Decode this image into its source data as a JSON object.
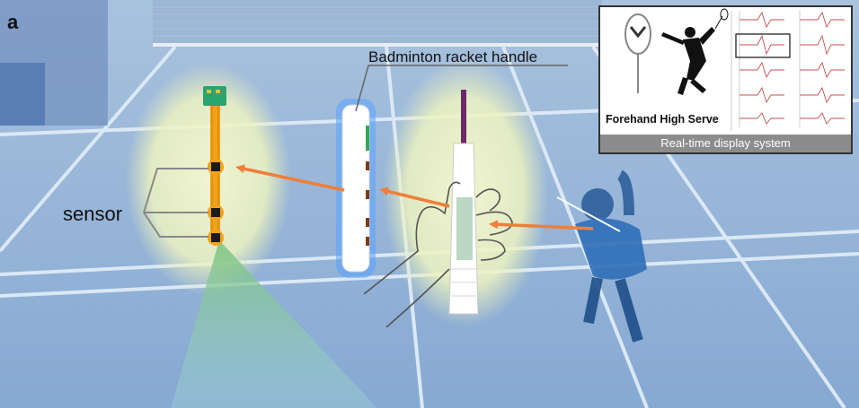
{
  "panel_letter": "a",
  "handle_label": "Badminton racket handle",
  "sensor_label": "sensor",
  "display": {
    "action_label": "Forehand High Serve",
    "caption": "Real-time display system"
  },
  "colors": {
    "court": "#8fb0d6",
    "court_line": "#dbe8f5",
    "glow": "#f1f5c6",
    "arrow": "#ee7f3a",
    "fpc": "#f2a11a",
    "pcb": "#2aa56d",
    "caption_bar": "#8c8c8c"
  }
}
